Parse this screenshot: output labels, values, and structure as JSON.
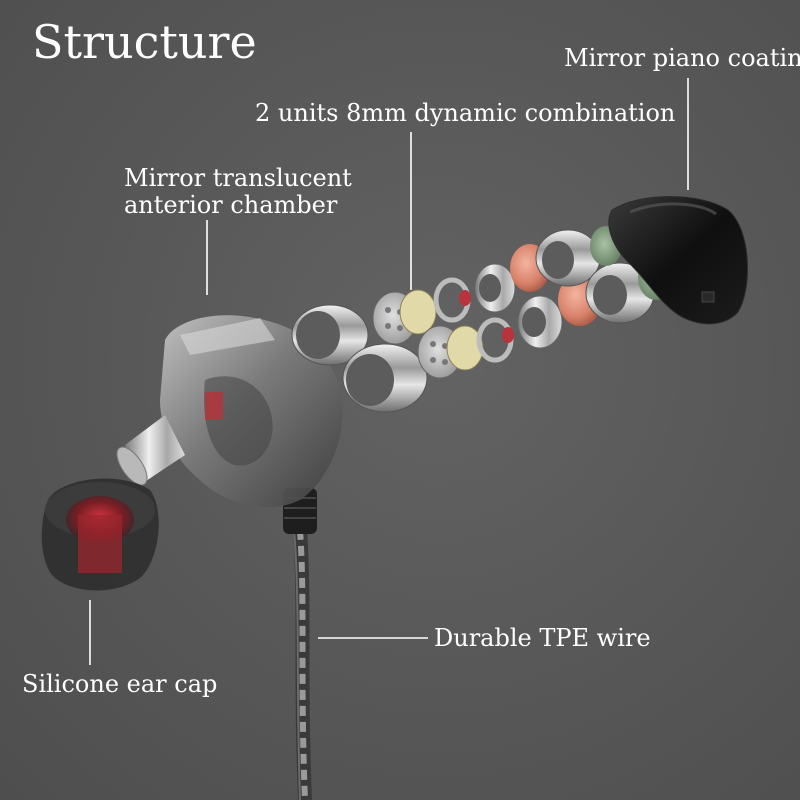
{
  "title": "Structure",
  "labels": {
    "coating": "Mirror piano coating",
    "dynamic": "2 units 8mm dynamic combination",
    "chamber_line1": "Mirror translucent",
    "chamber_line2": "anterior chamber",
    "wire": "Durable TPE wire",
    "ear_cap": "Silicone ear cap"
  },
  "colors": {
    "background": "#5a5a5a",
    "text": "#ffffff",
    "leader": "#ffffff",
    "metal": "#c8c8c8",
    "copper": "#d98a72",
    "green_mesh": "#7c9a78",
    "red_core": "#c8303a",
    "shell_black": "#111111",
    "translucent_body": "#8a8a8a"
  }
}
